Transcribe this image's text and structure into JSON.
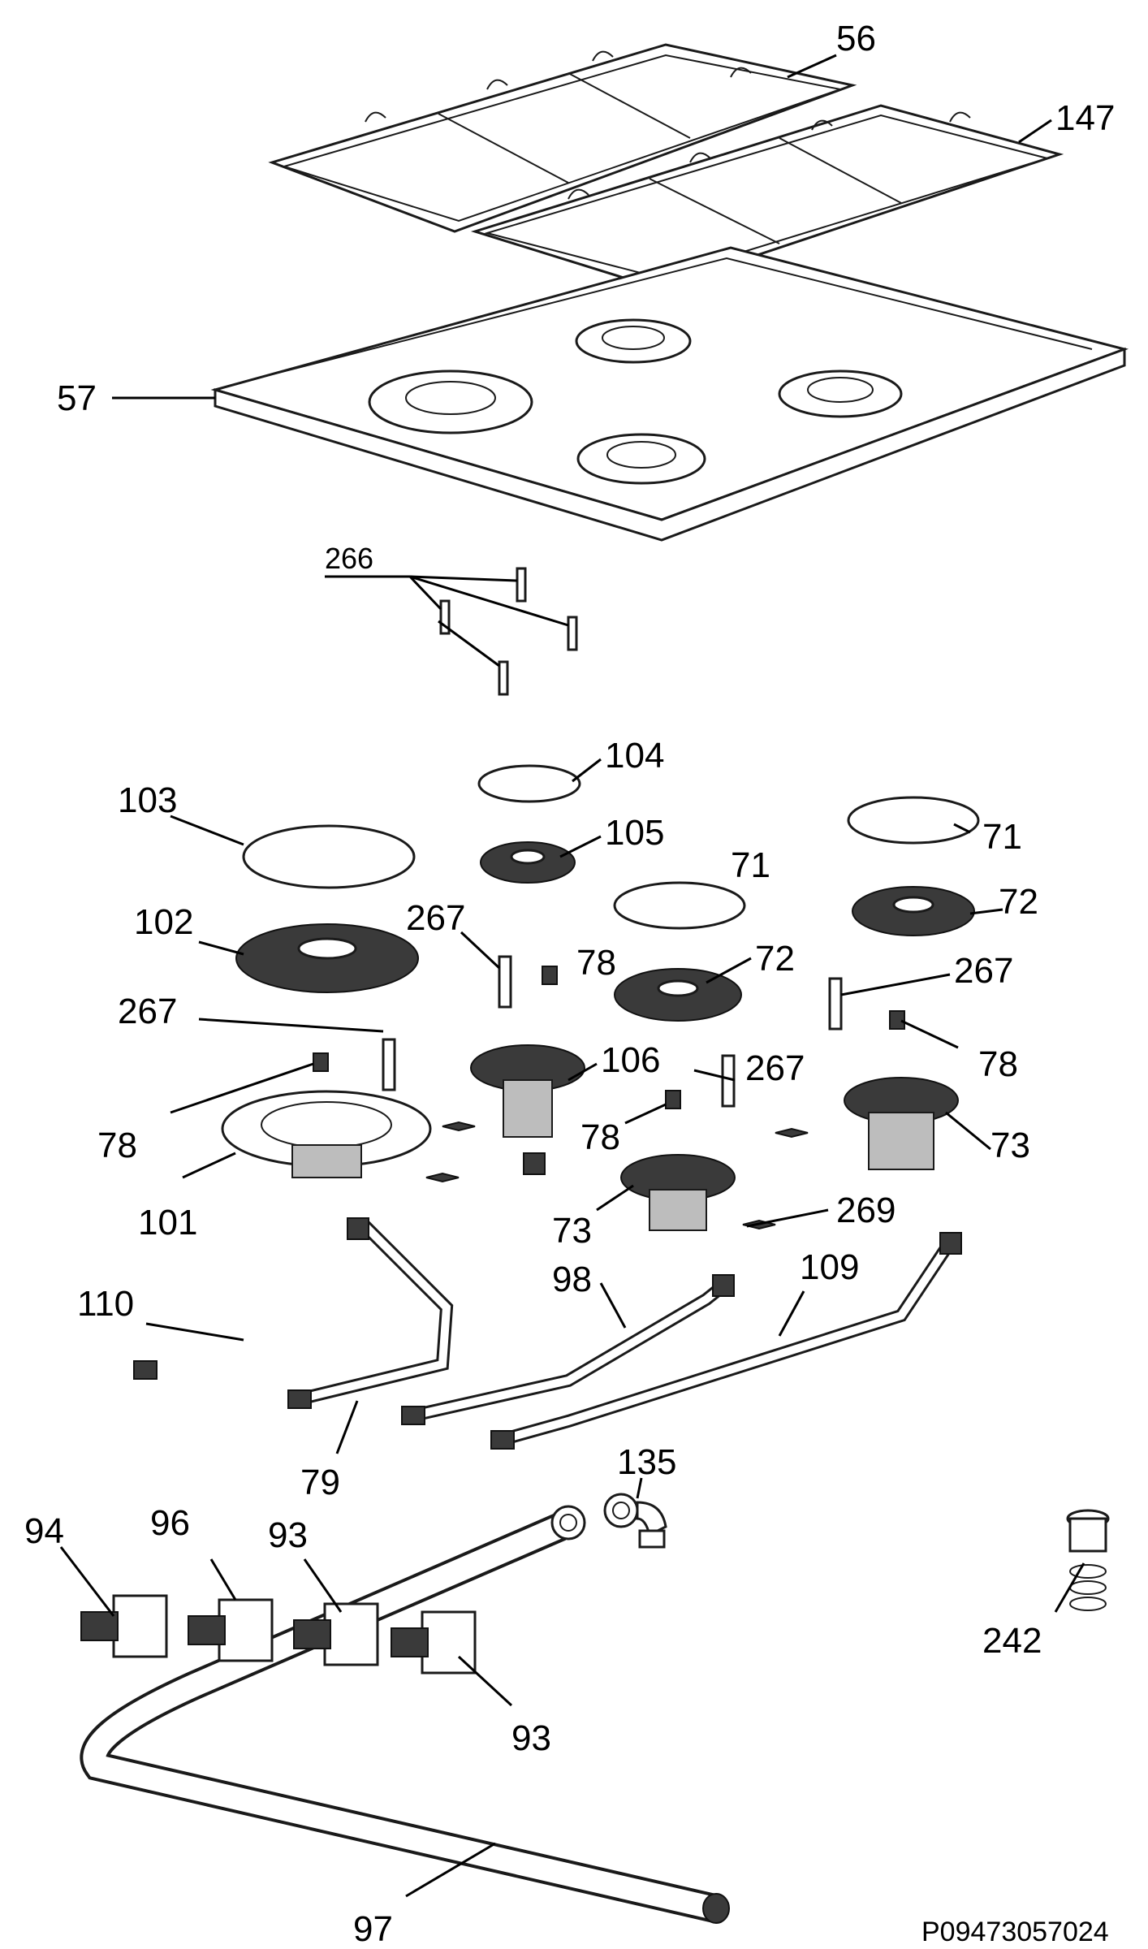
{
  "callouts": {
    "c56": "56",
    "c147": "147",
    "c57": "57",
    "c266": "266",
    "c104": "104",
    "c103": "103",
    "c105": "105",
    "c71a": "71",
    "c71b": "71",
    "c102": "102",
    "c267a": "267",
    "c78a": "78",
    "c72a": "72",
    "c72b": "72",
    "c267b": "267",
    "c267c": "267",
    "c267d": "267",
    "c106": "106",
    "c78b": "78",
    "c78c": "78",
    "c78d": "78",
    "c73a": "73",
    "c73b": "73",
    "c101": "101",
    "c269": "269",
    "c110": "110",
    "c98": "98",
    "c109": "109",
    "c79": "79",
    "c135": "135",
    "c94": "94",
    "c96": "96",
    "c93a": "93",
    "c93b": "93",
    "c242": "242",
    "c97": "97"
  },
  "footer": {
    "drawing_code": "P09473057024"
  },
  "icons": {
    "pan_support": "pan-support-grid-icon",
    "hob_top": "hob-top-plate-icon",
    "screw": "screw-icon",
    "burner_cap": "burner-cap-icon",
    "burner_crown": "burner-crown-icon",
    "burner_base": "burner-base-icon",
    "spark_electrode": "spark-electrode-icon",
    "injector": "injector-icon",
    "gas_pipe": "gas-pipe-icon",
    "gas_valve": "gas-valve-icon",
    "manifold": "manifold-pipe-icon",
    "elbow": "elbow-fitting-icon",
    "nozzle_connector": "nozzle-connector-icon"
  }
}
